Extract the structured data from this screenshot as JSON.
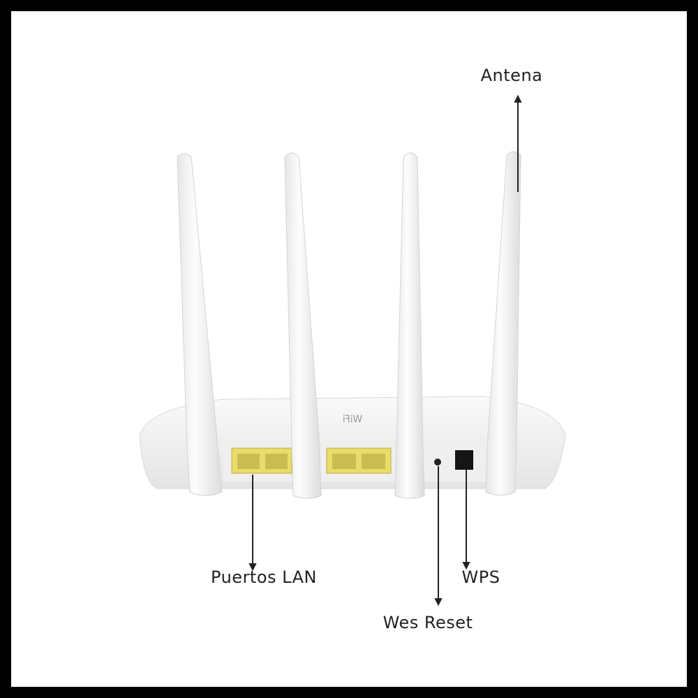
{
  "labels": {
    "antenna": "Antena",
    "lan_ports": "Puertos LAN",
    "wps": "WPS",
    "reset": "Wes Reset"
  },
  "router_logo_text": "WiFi",
  "colors": {
    "port": "#e8dc6a",
    "frame": "#000000",
    "router": "#f4f4f4"
  }
}
